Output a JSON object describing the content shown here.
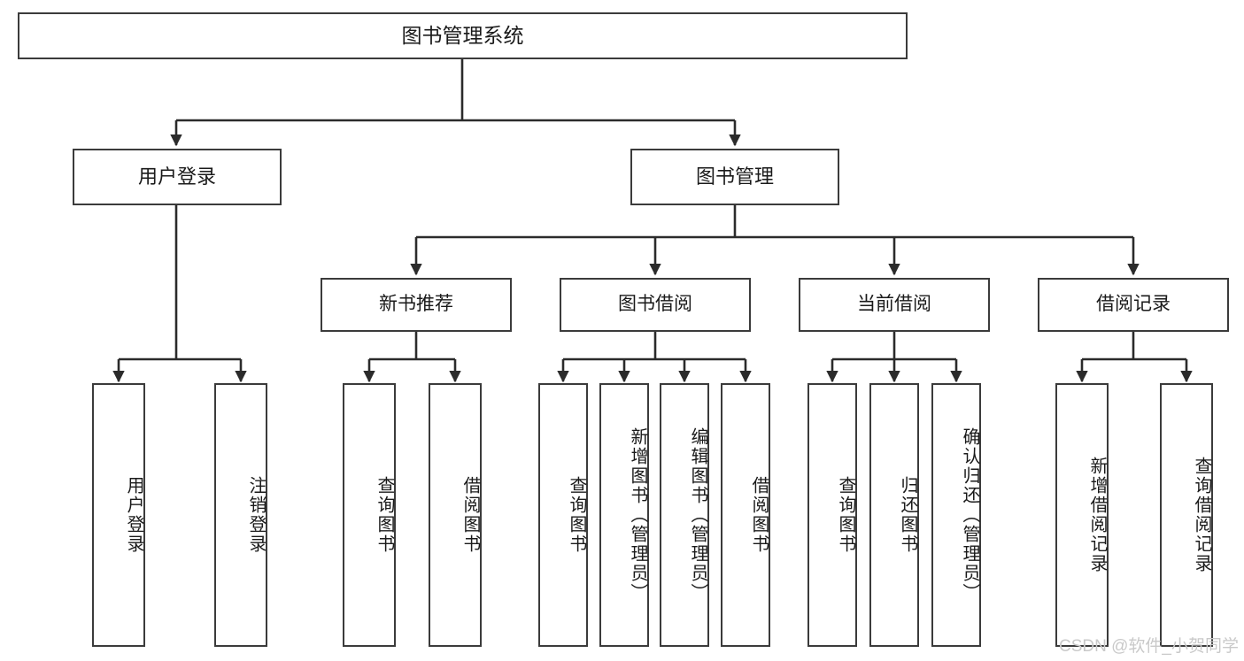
{
  "diagram": {
    "title": "图书管理系统",
    "style": {
      "box_border_color": "#3b3b3b",
      "box_fill_color": "#ffffff",
      "line_color": "#2b2b2b",
      "text_color": "#1a1a1a",
      "background": "#ffffff",
      "watermark_color": "#c9c9c9"
    },
    "root": {
      "label": "图书管理系统"
    },
    "level2": [
      {
        "label": "用户登录"
      },
      {
        "label": "图书管理"
      }
    ],
    "level3": [
      {
        "label": "新书推荐"
      },
      {
        "label": "图书借阅"
      },
      {
        "label": "当前借阅"
      },
      {
        "label": "借阅记录"
      }
    ],
    "leaves": {
      "user_login": [
        {
          "label": "用户登录"
        },
        {
          "label": "注销登录"
        }
      ],
      "new_book_recommend": [
        {
          "label": "查询图书"
        },
        {
          "label": "借阅图书"
        }
      ],
      "book_borrow": [
        {
          "label": "查询图书"
        },
        {
          "label": "新增图书（管理员）"
        },
        {
          "label": "编辑图书（管理员）"
        },
        {
          "label": "借阅图书"
        }
      ],
      "current_borrow": [
        {
          "label": "查询图书"
        },
        {
          "label": "归还图书"
        },
        {
          "label": "确认归还（管理员）"
        }
      ],
      "borrow_record": [
        {
          "label": "新增借阅记录"
        },
        {
          "label": "查询借阅记录"
        }
      ]
    }
  },
  "watermark": {
    "text": "CSDN @软件_小贺同学"
  }
}
